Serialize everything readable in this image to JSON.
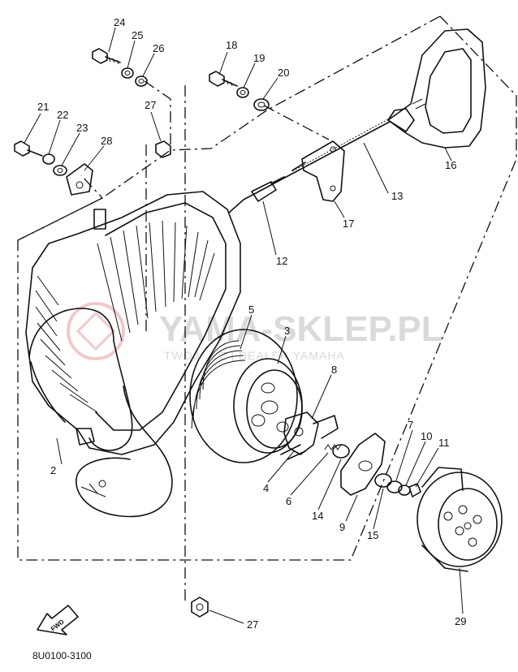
{
  "parts": [
    {
      "id": "p24",
      "label": "24"
    },
    {
      "id": "p25",
      "label": "25"
    },
    {
      "id": "p26",
      "label": "26"
    },
    {
      "id": "p18",
      "label": "18"
    },
    {
      "id": "p19",
      "label": "19"
    },
    {
      "id": "p20",
      "label": "20"
    },
    {
      "id": "p21",
      "label": "21"
    },
    {
      "id": "p22",
      "label": "22"
    },
    {
      "id": "p23",
      "label": "23"
    },
    {
      "id": "p28",
      "label": "28"
    },
    {
      "id": "p27a",
      "label": "27"
    },
    {
      "id": "p16",
      "label": "16"
    },
    {
      "id": "p13",
      "label": "13"
    },
    {
      "id": "p17",
      "label": "17"
    },
    {
      "id": "p12",
      "label": "12"
    },
    {
      "id": "p5",
      "label": "5"
    },
    {
      "id": "p3",
      "label": "3"
    },
    {
      "id": "p8",
      "label": "8"
    },
    {
      "id": "p2",
      "label": "2"
    },
    {
      "id": "p7",
      "label": "7"
    },
    {
      "id": "p10",
      "label": "10"
    },
    {
      "id": "p11",
      "label": "11"
    },
    {
      "id": "p4",
      "label": "4"
    },
    {
      "id": "p6",
      "label": "6"
    },
    {
      "id": "p14",
      "label": "14"
    },
    {
      "id": "p9",
      "label": "9"
    },
    {
      "id": "p15",
      "label": "15"
    },
    {
      "id": "p29",
      "label": "29"
    },
    {
      "id": "p27b",
      "label": "27"
    }
  ],
  "watermark": {
    "title": "YAMA-SKLEP.PL",
    "subtitle": "TWÓJ ... Z | DEALER YAMAHA"
  },
  "fwd_arrow_label": "FWD",
  "diagram_code": "8U0100-3100"
}
